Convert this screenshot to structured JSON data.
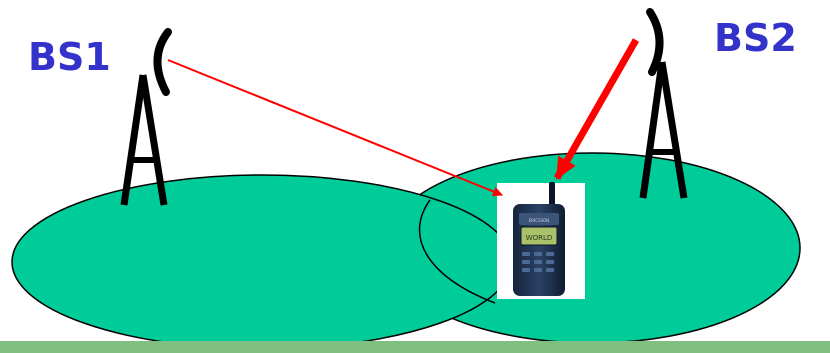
{
  "labels": {
    "bs1": "BS1",
    "bs2": "BS2"
  },
  "phone": {
    "brand": "ERICSSON",
    "screen_text": "WORLD"
  },
  "colors": {
    "label": "#3333cc",
    "cell_fill": "#00cc99",
    "signal": "#ff0000",
    "antenna": "#000000",
    "bottom_bar": "#7fbf7f",
    "phone_body": "#1c2f4c",
    "phone_screen": "#a9c16b"
  },
  "icons": {
    "bs1_antenna": "antenna-tower-icon",
    "bs2_antenna": "antenna-tower-icon",
    "mobile": "mobile-phone-icon"
  }
}
